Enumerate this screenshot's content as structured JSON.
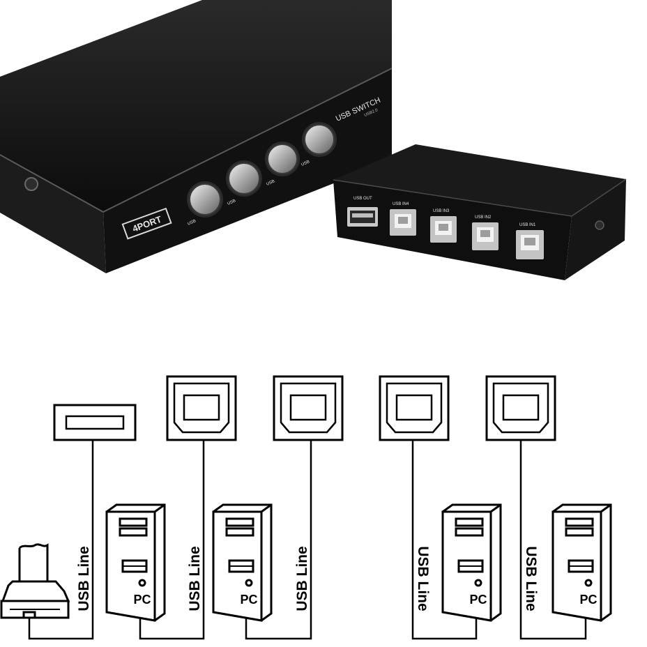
{
  "switch_a": {
    "model_label": "4PORT",
    "brand_label": "USB SWITCH",
    "brand_sub": "USB2.0",
    "button_labels": [
      "USB",
      "USB",
      "USB",
      "USB"
    ]
  },
  "switch_b": {
    "out_label": "USB OUT",
    "in_labels": [
      "USB IN4",
      "USB IN3",
      "USB IN2",
      "USB IN1"
    ]
  },
  "diagram": {
    "cable_label": "USB Line",
    "pc_label": "PC"
  },
  "colors": {
    "device": "#141414",
    "line": "#000000",
    "metal": "#bdbdbd"
  }
}
